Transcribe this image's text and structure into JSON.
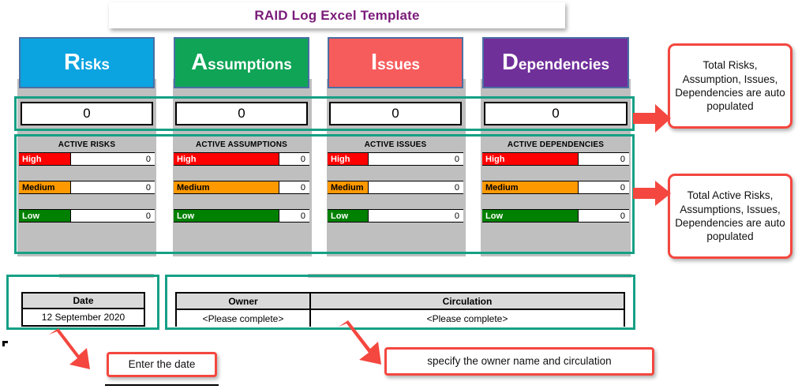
{
  "title": "RAID Log Excel Template",
  "accent": {
    "title_color": "#7A1B7A",
    "teal": "#16A085",
    "callout_red": "#F4473F",
    "high": "#FF0000",
    "medium": "#FF9900",
    "low": "#008000",
    "panel_grey": "#BFBFBF",
    "header_border": "#4A6FA5"
  },
  "categories": [
    {
      "cap": "R",
      "rest": "isks",
      "label": "Risks",
      "color": "#0BA3E0",
      "total": "0"
    },
    {
      "cap": "A",
      "rest": "ssumptions",
      "label": "Assumptions",
      "color": "#0FA456",
      "total": "0"
    },
    {
      "cap": "I",
      "rest": "ssues",
      "label": "Issues",
      "color": "#F75C5C",
      "total": "0"
    },
    {
      "cap": "D",
      "rest": "ependencies",
      "label": "Dependencies",
      "color": "#70309A",
      "total": "0"
    }
  ],
  "panels": [
    {
      "heading": "ACTIVE RISKS",
      "rows": [
        {
          "severity": "High",
          "value": "0"
        },
        {
          "severity": "Medium",
          "value": "0"
        },
        {
          "severity": "Low",
          "value": "0"
        }
      ]
    },
    {
      "heading": "ACTIVE ASSUMPTIONS",
      "rows": [
        {
          "severity": "High",
          "value": "0"
        },
        {
          "severity": "Medium",
          "value": "0"
        },
        {
          "severity": "Low",
          "value": "0"
        }
      ]
    },
    {
      "heading": "ACTIVE ISSUES",
      "rows": [
        {
          "severity": "High",
          "value": "0"
        },
        {
          "severity": "Medium",
          "value": "0"
        },
        {
          "severity": "Low",
          "value": "0"
        }
      ]
    },
    {
      "heading": "ACTIVE DEPENDENCIES",
      "rows": [
        {
          "severity": "High",
          "value": "0"
        },
        {
          "severity": "Medium",
          "value": "0"
        },
        {
          "severity": "Low",
          "value": "0"
        }
      ]
    }
  ],
  "date_table": {
    "header": "Date",
    "value": "12 September 2020"
  },
  "owner_table": {
    "owner_header": "Owner",
    "owner_value": "<Please complete>",
    "circulation_header": "Circulation",
    "circulation_value": "<Please complete>"
  },
  "callouts": {
    "totals": "Total Risks, Assumption, Issues, Dependencies are auto populated",
    "active": "Total Active Risks, Assumptions, Issues, Dependencies are auto populated",
    "date": "Enter the date",
    "owner": "specify the owner name and circulation"
  }
}
